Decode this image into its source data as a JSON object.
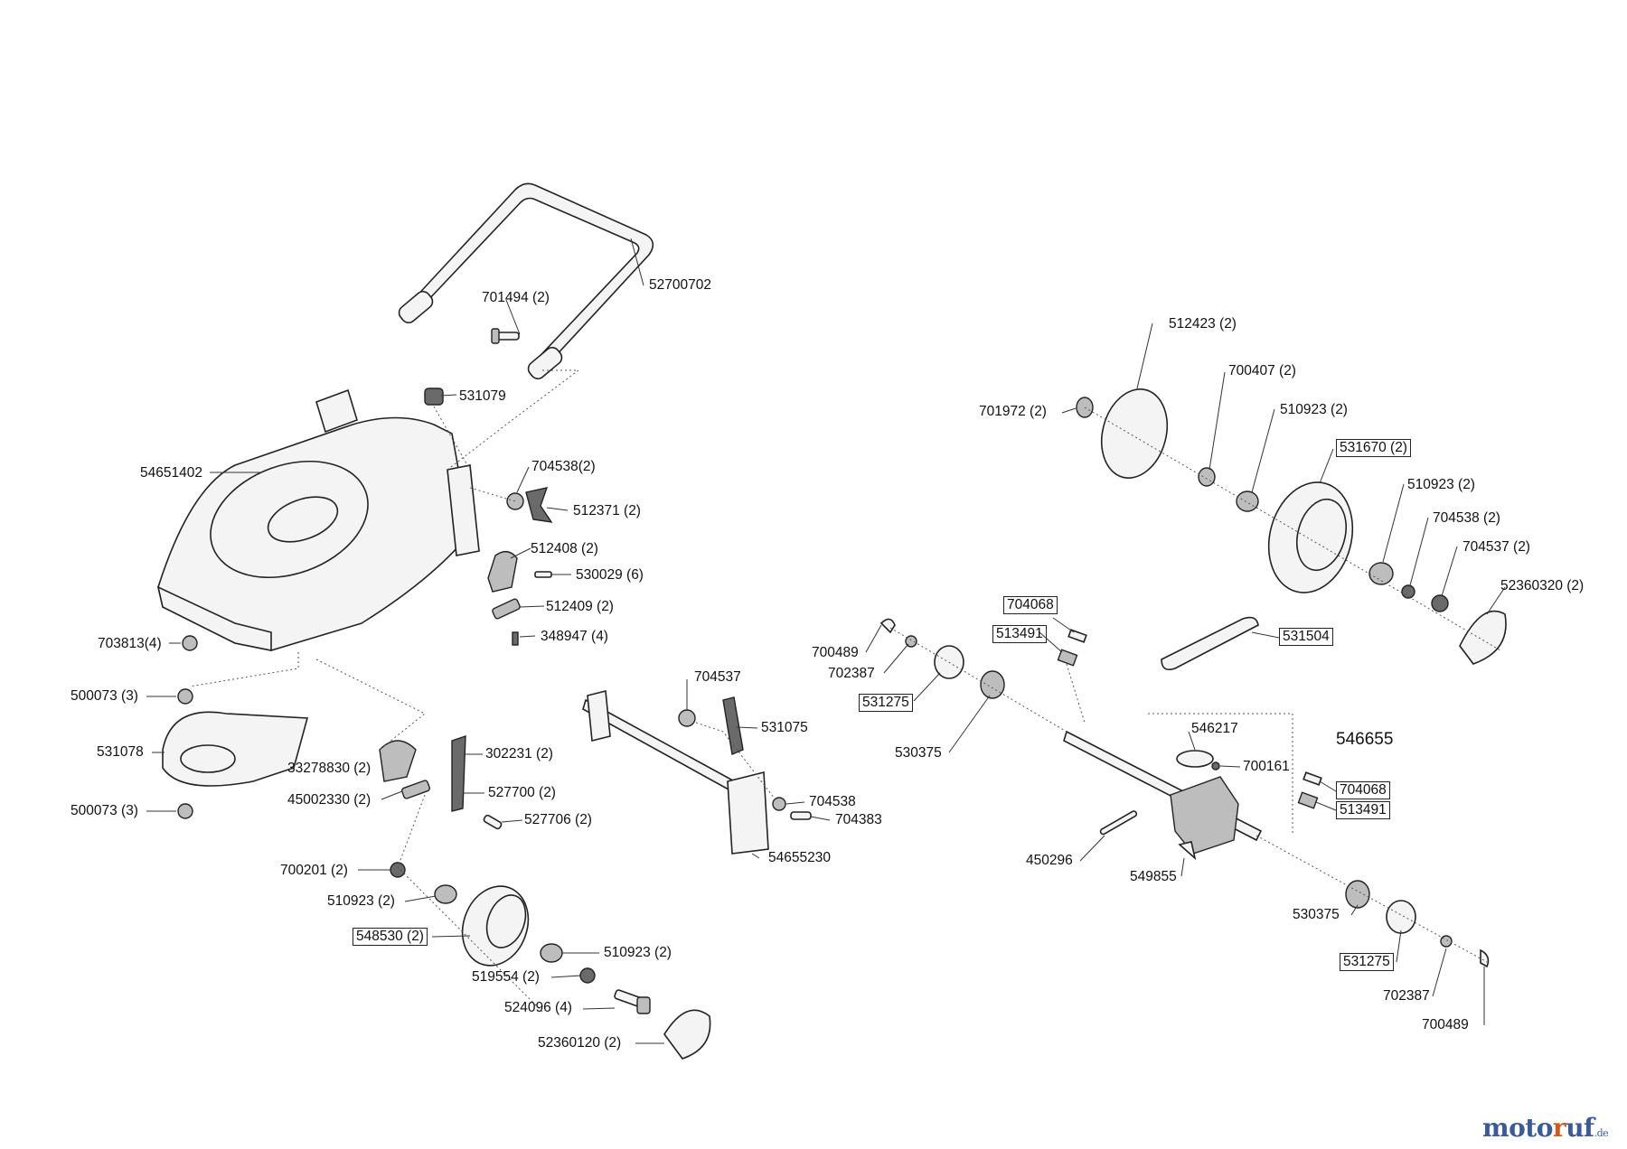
{
  "labels": {
    "l52700702": "52700702",
    "l701494": "701494 (2)",
    "l531079": "531079",
    "l54651402": "54651402",
    "l704538a": "704538(2)",
    "l512371": "512371 (2)",
    "l512408": "512408 (2)",
    "l530029": "530029 (6)",
    "l512409": "512409 (2)",
    "l348947": "348947 (4)",
    "l703813": "703813(4)",
    "l500073a": "500073 (3)",
    "l531078": "531078",
    "l500073b": "500073 (3)",
    "l33278830": "33278830 (2)",
    "l302231": "302231 (2)",
    "l45002330": "45002330 (2)",
    "l527700": "527700 (2)",
    "l527706": "527706 (2)",
    "l700201": "700201 (2)",
    "l510923a": "510923 (2)",
    "l548530": "548530 (2)",
    "l510923b": "510923 (2)",
    "l519554": "519554 (2)",
    "l524096": "524096 (4)",
    "l52360120": "52360120 (2)",
    "l704537a": "704537",
    "l531075": "531075",
    "l704538b": "704538",
    "l704383": "704383",
    "l54655230": "54655230",
    "l512423": "512423 (2)",
    "l700407": "700407 (2)",
    "l701972": "701972 (2)",
    "l510923c": "510923 (2)",
    "l531670": "531670 (2)",
    "l510923d": "510923 (2)",
    "l704538c": "704538 (2)",
    "l704537b": "704537 (2)",
    "l52360320": "52360320 (2)",
    "l704068a": "704068",
    "l513491a": "513491",
    "l531504": "531504",
    "l700489a": "700489",
    "l702387a": "702387",
    "l531275a": "531275",
    "l530375a": "530375",
    "l546217": "546217",
    "l546655": "546655",
    "l700161": "700161",
    "l704068b": "704068",
    "l513491b": "513491",
    "l450296": "450296",
    "l549855": "549855",
    "l530375b": "530375",
    "l531275b": "531275",
    "l702387b": "702387",
    "l700489b": "700489"
  },
  "logo": {
    "part1": "moto",
    "part2": "r",
    "part3": "uf",
    "part4": ".de"
  }
}
